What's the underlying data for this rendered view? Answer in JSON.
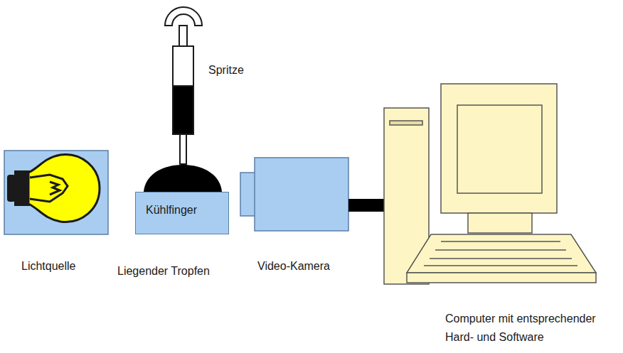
{
  "diagram": {
    "nodes": [
      {
        "text": [
          "Kühlfinger"
        ]
      }
    ],
    "labels": [
      "Spritze",
      "Lichtquelle",
      "Liegender Tropfen",
      "Video-Kamera",
      "Computer mit entsprechender Hard- und Software"
    ]
  }
}
